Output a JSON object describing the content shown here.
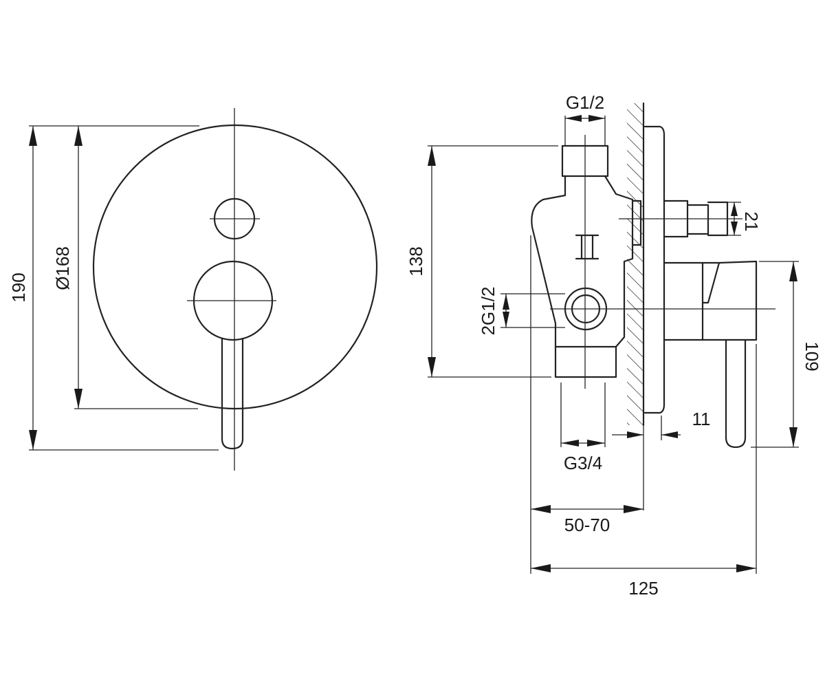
{
  "dimensions": {
    "height_total": "190",
    "diameter_plate": "Ø168",
    "height_body": "138",
    "outlet_top": "G1/2",
    "outlets_side": "2G1/2",
    "inlet_bottom": "G3/4",
    "connection_21": "21",
    "height_handle": "109",
    "plate_11": "11",
    "wall_depth": "50-70",
    "total_depth": "125"
  },
  "colors": {
    "line": "#222222",
    "background": "#ffffff"
  }
}
